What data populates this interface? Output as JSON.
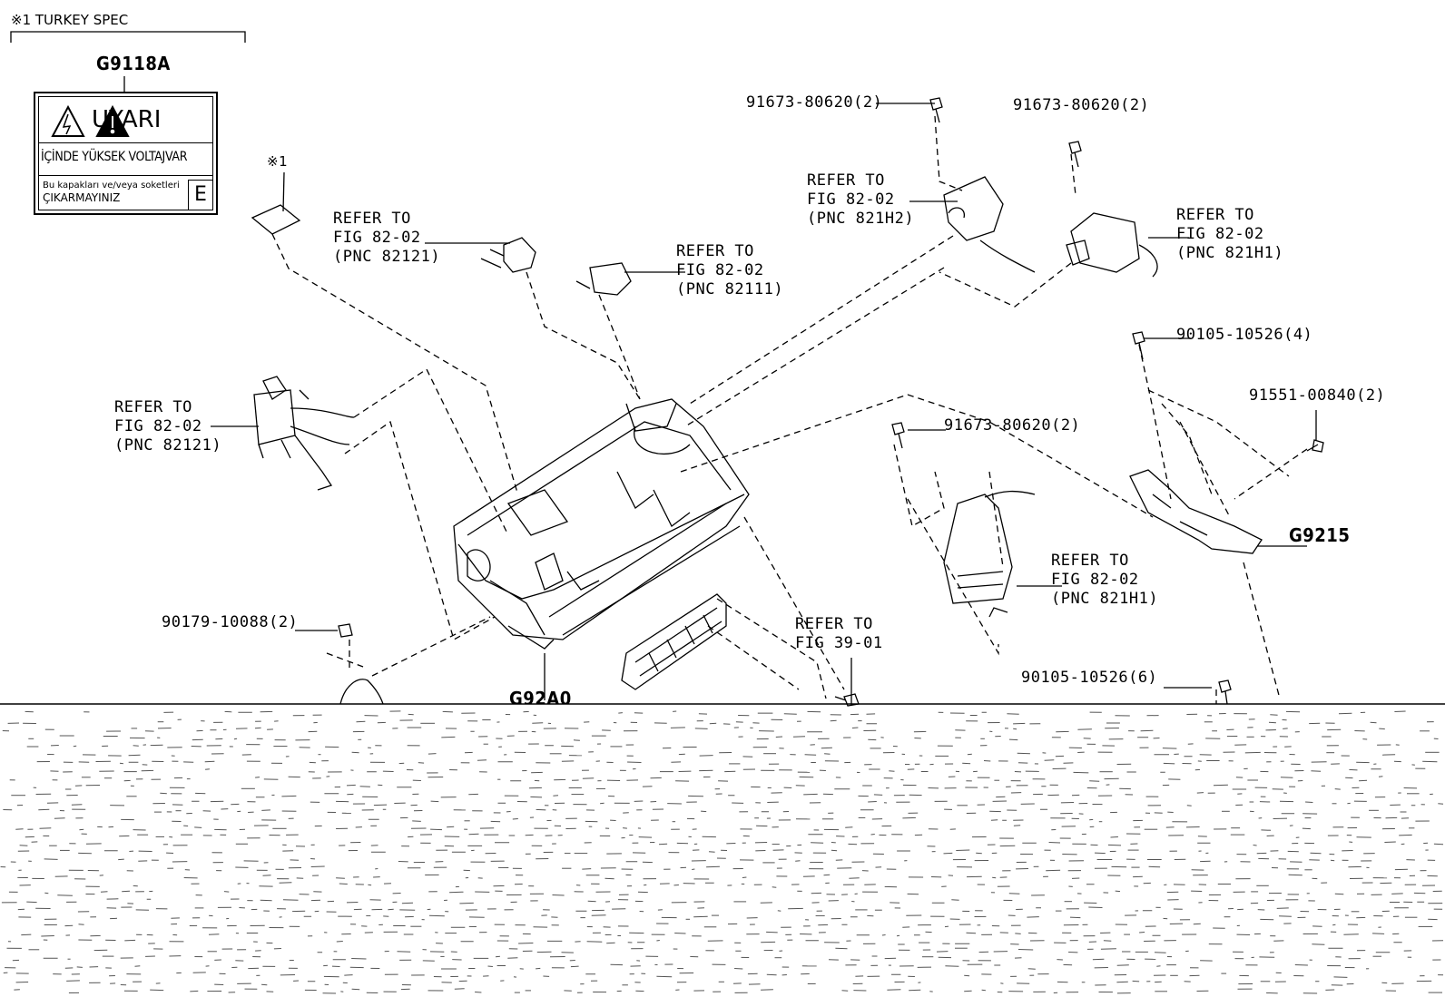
{
  "header": {
    "spec_note": "※1 TURKEY SPEC",
    "marker": "※1"
  },
  "warning_label": {
    "part_no": "G9118A",
    "title": "UYARI",
    "line1": "İÇİNDE YÜKSEK VOLTAJVAR",
    "line2": "Bu kapakları ve/veya soketleri",
    "line3": "ÇIKARMAYINIZ",
    "code": "E"
  },
  "callouts": {
    "bolt_top_left": "91673-80620(2)",
    "bolt_top_right": "91673-80620(2)",
    "bolt_mid": "91673-80620(2)",
    "bolt_right_upper": "90105-10526(4)",
    "bolt_right_lower": "90105-10526(6)",
    "nut_right": "91551-00840(2)",
    "nut_left": "90179-10088(2)",
    "part_g9215": "G9215",
    "part_g92a0": "G92A0"
  },
  "refer_blocks": [
    {
      "l1": "REFER TO",
      "l2": "FIG 82-02",
      "l3": "(PNC 82121)"
    },
    {
      "l1": "REFER TO",
      "l2": "FIG 82-02",
      "l3": "(PNC 82111)"
    },
    {
      "l1": "REFER TO",
      "l2": "FIG 82-02",
      "l3": "(PNC 821H2)"
    },
    {
      "l1": "REFER TO",
      "l2": "FIG 82-02",
      "l3": "(PNC 821H1)"
    },
    {
      "l1": "REFER TO",
      "l2": "FIG 82-02",
      "l3": "(PNC 82121)"
    },
    {
      "l1": "REFER TO",
      "l2": "FIG 82-02",
      "l3": "(PNC 821H1)"
    },
    {
      "l1": "REFER TO",
      "l2": "FIG 39-01",
      "l3": ""
    }
  ]
}
